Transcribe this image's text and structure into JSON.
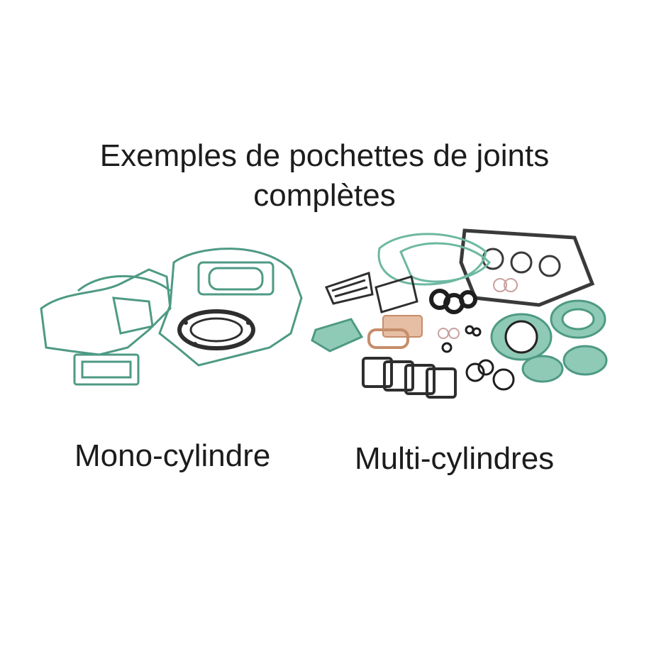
{
  "heading": {
    "line1": "Exemples de pochettes de joints",
    "line2": "complètes"
  },
  "captions": {
    "mono": "Mono-cylindre",
    "multi": "Multi-cylindres"
  },
  "colors": {
    "gasket_green": "#5fae98",
    "gasket_green_light": "#8fcab6",
    "gasket_dark": "#2e2e2e",
    "gasket_tan": "#d8a98a",
    "background": "#ffffff"
  }
}
